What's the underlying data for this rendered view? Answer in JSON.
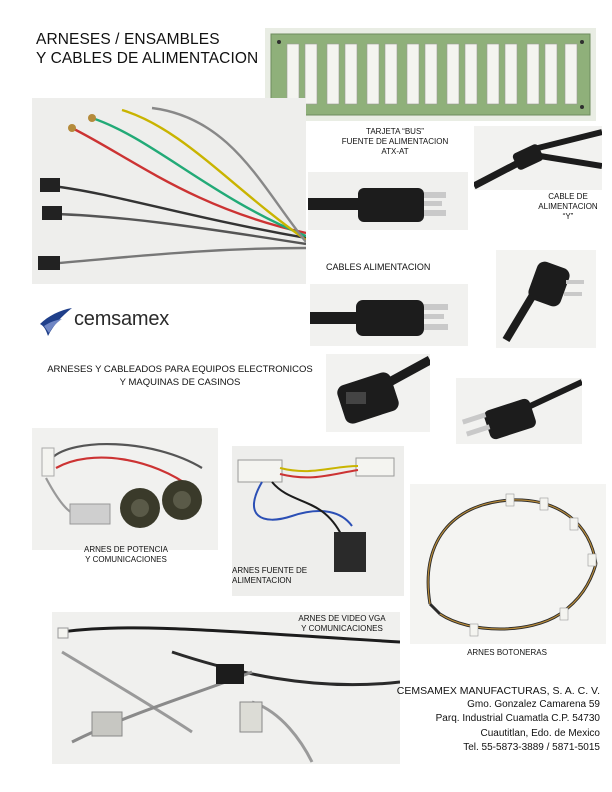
{
  "page": {
    "title_line1": "ARNESES  / ENSAMBLES",
    "title_line2": "Y CABLES DE ALIMENTACION"
  },
  "captions": {
    "bus_line1": "TARJETA “BUS”",
    "bus_line2": "FUENTE DE ALIMENTACION",
    "bus_line3": "ATX-AT",
    "y_line1": "CABLE DE",
    "y_line2": "ALIMENTACION",
    "y_line3": "“Y”",
    "cables": "CABLES ALIMENTACION",
    "potencia_line1": "ARNES DE POTENCIA",
    "potencia_line2": "Y COMUNICACIONES",
    "fuente_line1": "ARNES FUENTE DE",
    "fuente_line2": "ALIMENTACION",
    "botoneras": "ARNES BOTONERAS",
    "vga_line1": "ARNES DE VIDEO VGA",
    "vga_line2": "Y COMUNICACIONES"
  },
  "tagline": {
    "line1": "ARNESES Y CABLEADOS PARA EQUIPOS ELECTRONICOS",
    "line2": "Y MAQUINAS DE CASINOS"
  },
  "logo": {
    "name": "cemsamex",
    "color": "#1f3f8a"
  },
  "address": {
    "company": "CEMSAMEX MANUFACTURAS, S. A. C. V.",
    "street": "Gmo. Gonzalez Camarena 59",
    "park": "Parq. Industrial Cuamatla  C.P. 54730",
    "city": "Cuautitlan, Edo. de Mexico",
    "phone": "Tel. 55-5873-3889 / 5871-5015"
  },
  "colors": {
    "board_green": "#8fb07a",
    "cable_black": "#1c1c1c",
    "connector_white": "#f4f4f0"
  },
  "images": [
    {
      "name": "bus-board-photo"
    },
    {
      "name": "harness-bundle-photo"
    },
    {
      "name": "power-plug-photo"
    },
    {
      "name": "y-cable-photo"
    },
    {
      "name": "angled-plug-photo"
    },
    {
      "name": "iec-connector-photo"
    },
    {
      "name": "two-prong-plug-photo"
    },
    {
      "name": "power-comm-harness-photo"
    },
    {
      "name": "power-supply-harness-photo"
    },
    {
      "name": "button-harness-photo"
    },
    {
      "name": "vga-harness-photo"
    }
  ]
}
